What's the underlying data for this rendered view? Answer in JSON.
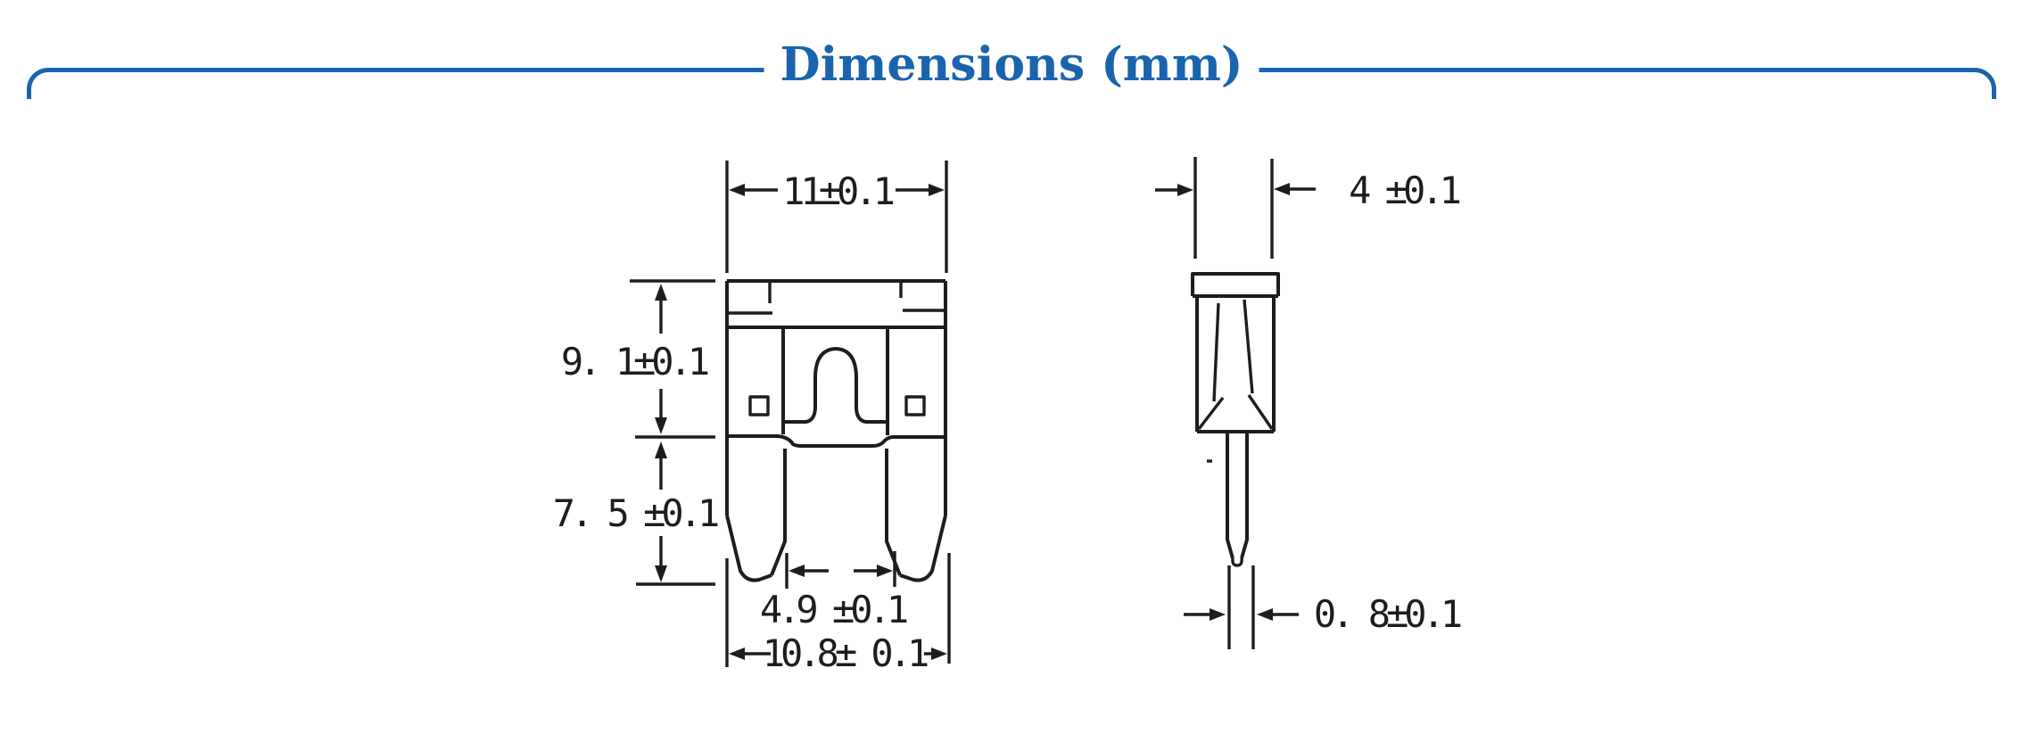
{
  "accent_color": "#1a64ae",
  "line_color": "#1d1d1d",
  "header": {
    "title": "Dimensions (mm)"
  },
  "front_view": {
    "label": "fuse front view",
    "dimensions": {
      "top_width": "11±0.1",
      "body_height": "9. 1±0.1",
      "terminal_height": "7. 5 ±0.1",
      "terminal_gap": "4.9 ±0.1",
      "bottom_width": "10.8± 0.1"
    }
  },
  "side_view": {
    "label": "fuse side view",
    "dimensions": {
      "body_thickness": "4 ±0.1",
      "terminal_thickness": "0. 8±0.1"
    }
  }
}
